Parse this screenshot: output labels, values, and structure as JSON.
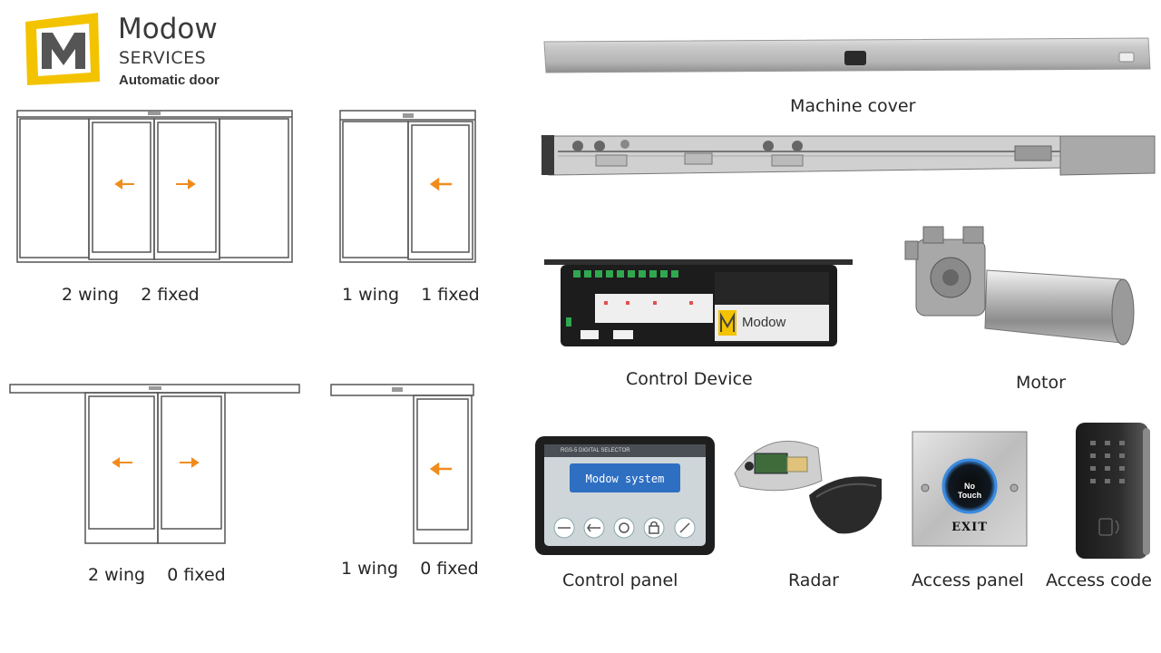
{
  "brand": {
    "logo_letter": "M",
    "name": "Modow",
    "subtitle": "SERVICES",
    "tagline": "Automatic door",
    "accent_color": "#f3c300"
  },
  "door_configs": [
    {
      "id": "2w2f",
      "label": "2 wing    2 fixed"
    },
    {
      "id": "1w1f",
      "label": "1 wing    1 fixed"
    },
    {
      "id": "2w0f",
      "label": "2 wing    0 fixed"
    },
    {
      "id": "1w0f",
      "label": "1 wing    0 fixed"
    }
  ],
  "arrow_color": "#f08c1e",
  "components": {
    "machine_cover": "Machine cover",
    "control_device": "Control Device",
    "control_device_brand": "Modow",
    "motor": "Motor",
    "control_panel": "Control panel",
    "control_panel_header": "RGS-5 DIGITAL SELECTOR",
    "control_panel_display": "Modow system",
    "radar": "Radar",
    "access_panel": "Access panel",
    "access_panel_button": "No Touch",
    "access_panel_sign": "EXIT",
    "access_code": "Access code"
  }
}
